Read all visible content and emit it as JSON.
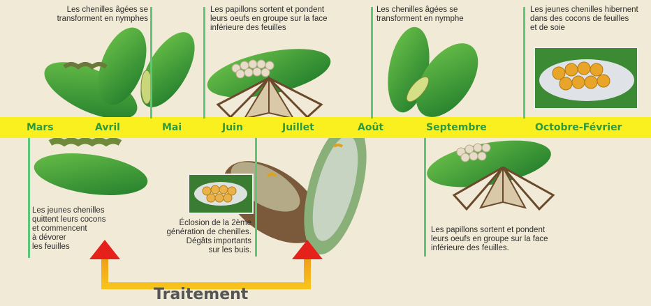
{
  "months": [
    "Mars",
    "Avril",
    "Mai",
    "Juin",
    "Juillet",
    "Août",
    "Septembre",
    "Octobre-Février"
  ],
  "notes": {
    "n1": [
      "Les chenilles âgées se",
      "transforment en nymphes"
    ],
    "n2": [
      "Les papillons sortent et pondent",
      "leurs oeufs en groupe sur la face",
      "inférieure des feuilles"
    ],
    "n3": [
      "Les chenilles âgées se",
      "transforment en nymphe"
    ],
    "n4": [
      "Les jeunes chenilles hibernent",
      "dans des cocons de feuilles",
      "et de soie"
    ],
    "n5": [
      "Les jeunes chenilles",
      "quittent leurs cocons",
      "et commencent",
      "à dévorer",
      "les feuilles"
    ],
    "n6": [
      "Éclosion de la 2ème",
      "génération de chenilles.",
      "Dégâts importants",
      "sur les buis."
    ],
    "n7": [
      "Les papillons sortent et pondent",
      "leurs oeufs en groupe sur la face",
      "inférieure des feuilles."
    ]
  },
  "treatment_label": "Traitement",
  "colors": {
    "band": "#fbf01f",
    "month": "#2f9a3c",
    "line": "#5cc77a",
    "leaf": "#3c9a3a",
    "arrow": "#e8201a"
  }
}
